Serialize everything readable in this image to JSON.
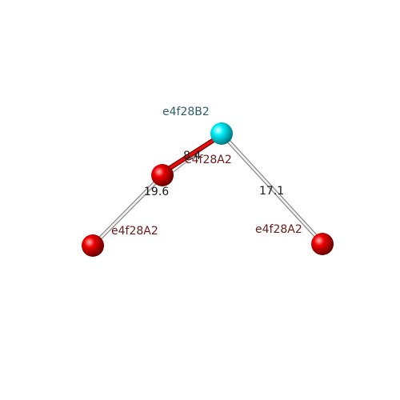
{
  "colors": {
    "background": "#ffffff",
    "node_cyan": "#00e5ee",
    "node_red": "#e00000",
    "label_cyan": "#2f5f66",
    "label_red": "#6b1a1a",
    "edge_white": "#e8e8e8",
    "edge_red": "#dd0000"
  },
  "nodes": [
    {
      "id": "center",
      "label": "e4f28B2",
      "color": "cyan"
    },
    {
      "id": "near",
      "label": "e4f28A2",
      "color": "red"
    },
    {
      "id": "left",
      "label": "e4f28A2",
      "color": "red"
    },
    {
      "id": "right",
      "label": "e4f28A2",
      "color": "red"
    }
  ],
  "edges": [
    {
      "from": "center",
      "to": "near",
      "label": "8.4",
      "style": "red"
    },
    {
      "from": "near",
      "to": "left",
      "label": "19.6",
      "style": "white"
    },
    {
      "from": "center",
      "to": "right",
      "label": "17.1",
      "style": "white"
    }
  ]
}
